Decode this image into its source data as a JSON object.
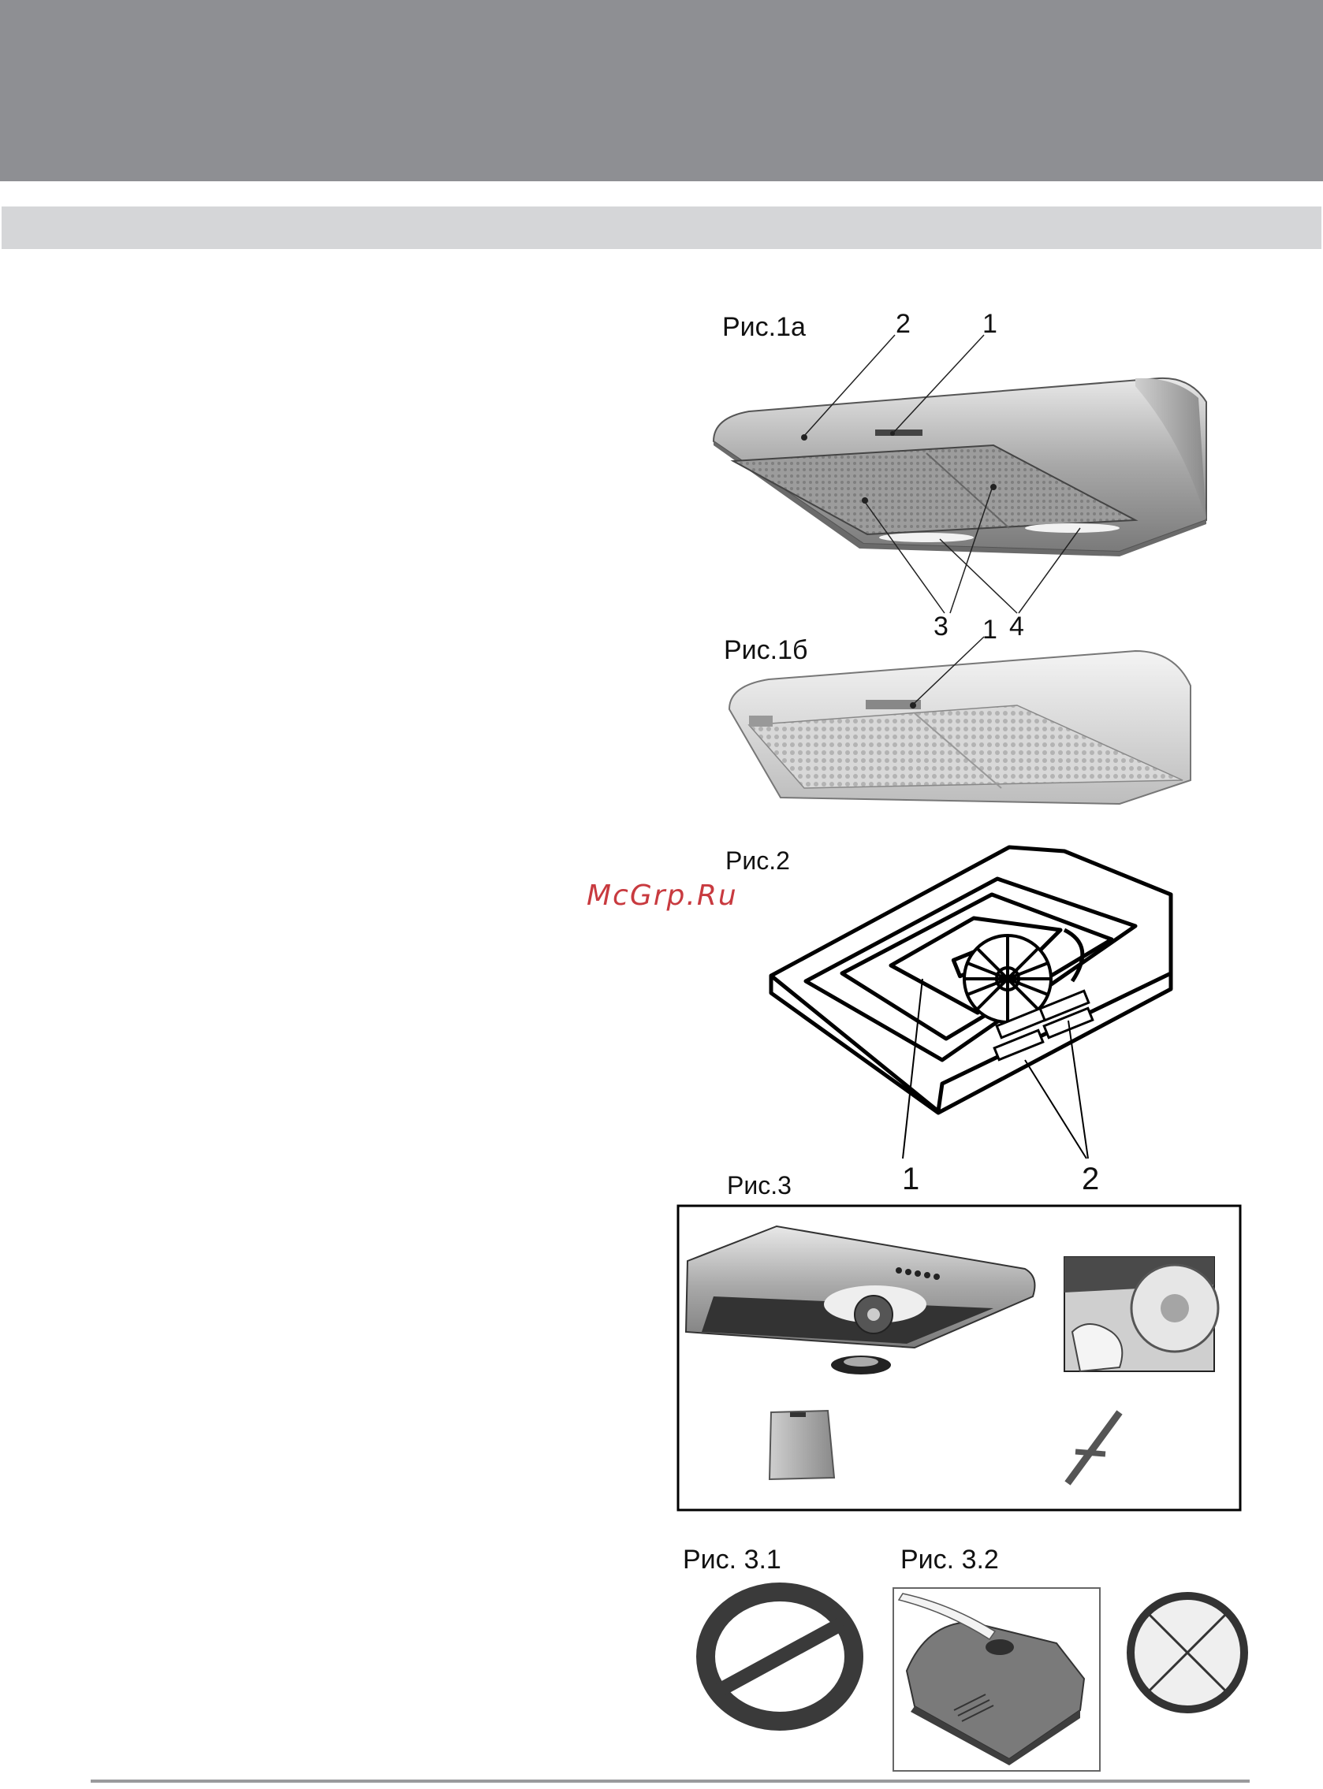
{
  "figures": {
    "fig1a": {
      "title": "Рис.1а",
      "callouts": [
        "2",
        "1",
        "3",
        "1",
        "4"
      ]
    },
    "fig1b": {
      "title": "Рис.1б"
    },
    "fig2": {
      "title": "Рис.2",
      "callouts": [
        "1",
        "2"
      ]
    },
    "fig3": {
      "title": "Рис.3"
    },
    "fig3_1": {
      "title": "Рис. 3.1"
    },
    "fig3_2": {
      "title": "Рис. 3.2"
    }
  },
  "watermark": "McGrp.Ru"
}
